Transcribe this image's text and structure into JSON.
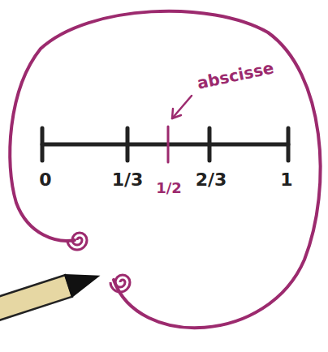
{
  "diagram": {
    "labels": [
      "abscisse",
      "0",
      "1/3",
      "1/2",
      "2/3",
      "1"
    ]
  }
}
